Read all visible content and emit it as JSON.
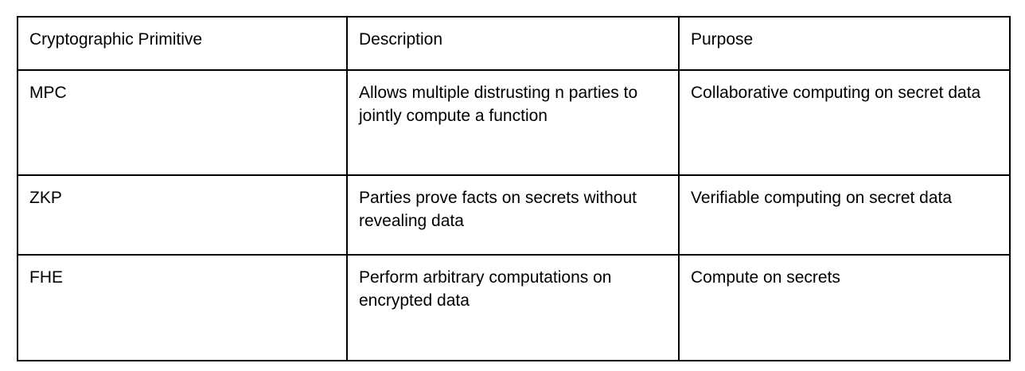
{
  "table": {
    "columns": [
      {
        "key": "primitive",
        "header": "Cryptographic Primitive"
      },
      {
        "key": "description",
        "header": "Description"
      },
      {
        "key": "purpose",
        "header": "Purpose"
      }
    ],
    "rows": [
      {
        "primitive": "MPC",
        "description": "Allows multiple distrusting n parties to jointly compute a function",
        "purpose": "Collaborative computing on secret data"
      },
      {
        "primitive": "ZKP",
        "description": "Parties prove facts on secrets without revealing data",
        "purpose": "Verifiable computing on secret data"
      },
      {
        "primitive": "FHE",
        "description": "Perform arbitrary computations on encrypted data",
        "purpose": "Compute on secrets"
      }
    ]
  },
  "style": {
    "text_color": "#000000",
    "border_color": "#000000",
    "background_color": "#ffffff"
  }
}
